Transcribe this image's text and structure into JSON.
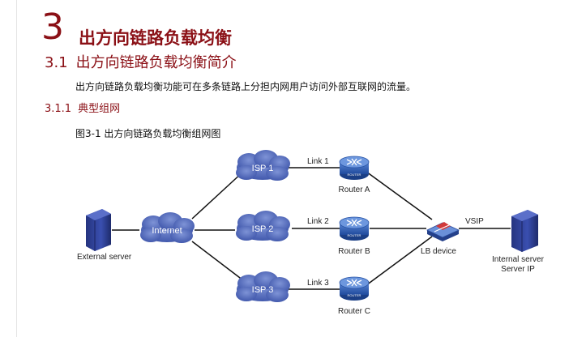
{
  "chapter": {
    "number": "3",
    "title": "出方向链路负载均衡"
  },
  "section": {
    "number": "3.1",
    "title": "出方向链路负载均衡简介"
  },
  "paragraph": "出方向链路负载均衡功能可在多条链路上分担内网用户访问外部互联网的流量。",
  "subsection": {
    "number": "3.1.1",
    "title": "典型组网"
  },
  "figure_caption": "图3-1 出方向链路负载均衡组网图",
  "diagram": {
    "external_server": "External server",
    "internet": "Internet",
    "isps": [
      "ISP 1",
      "ISP 2",
      "ISP 3"
    ],
    "links": [
      "Link 1",
      "Link 2",
      "Link 3"
    ],
    "routers": [
      "Router A",
      "Router B",
      "Router C"
    ],
    "router_badge": "ROUTER",
    "lb_device": "LB device",
    "vsip": "VSIP",
    "internal_server": "Internal server",
    "server_ip": "Server IP"
  },
  "colors": {
    "heading": "#8b1016",
    "cloud": "#4b63b5",
    "router": "#2d56a8",
    "server": "#2c3e96"
  }
}
